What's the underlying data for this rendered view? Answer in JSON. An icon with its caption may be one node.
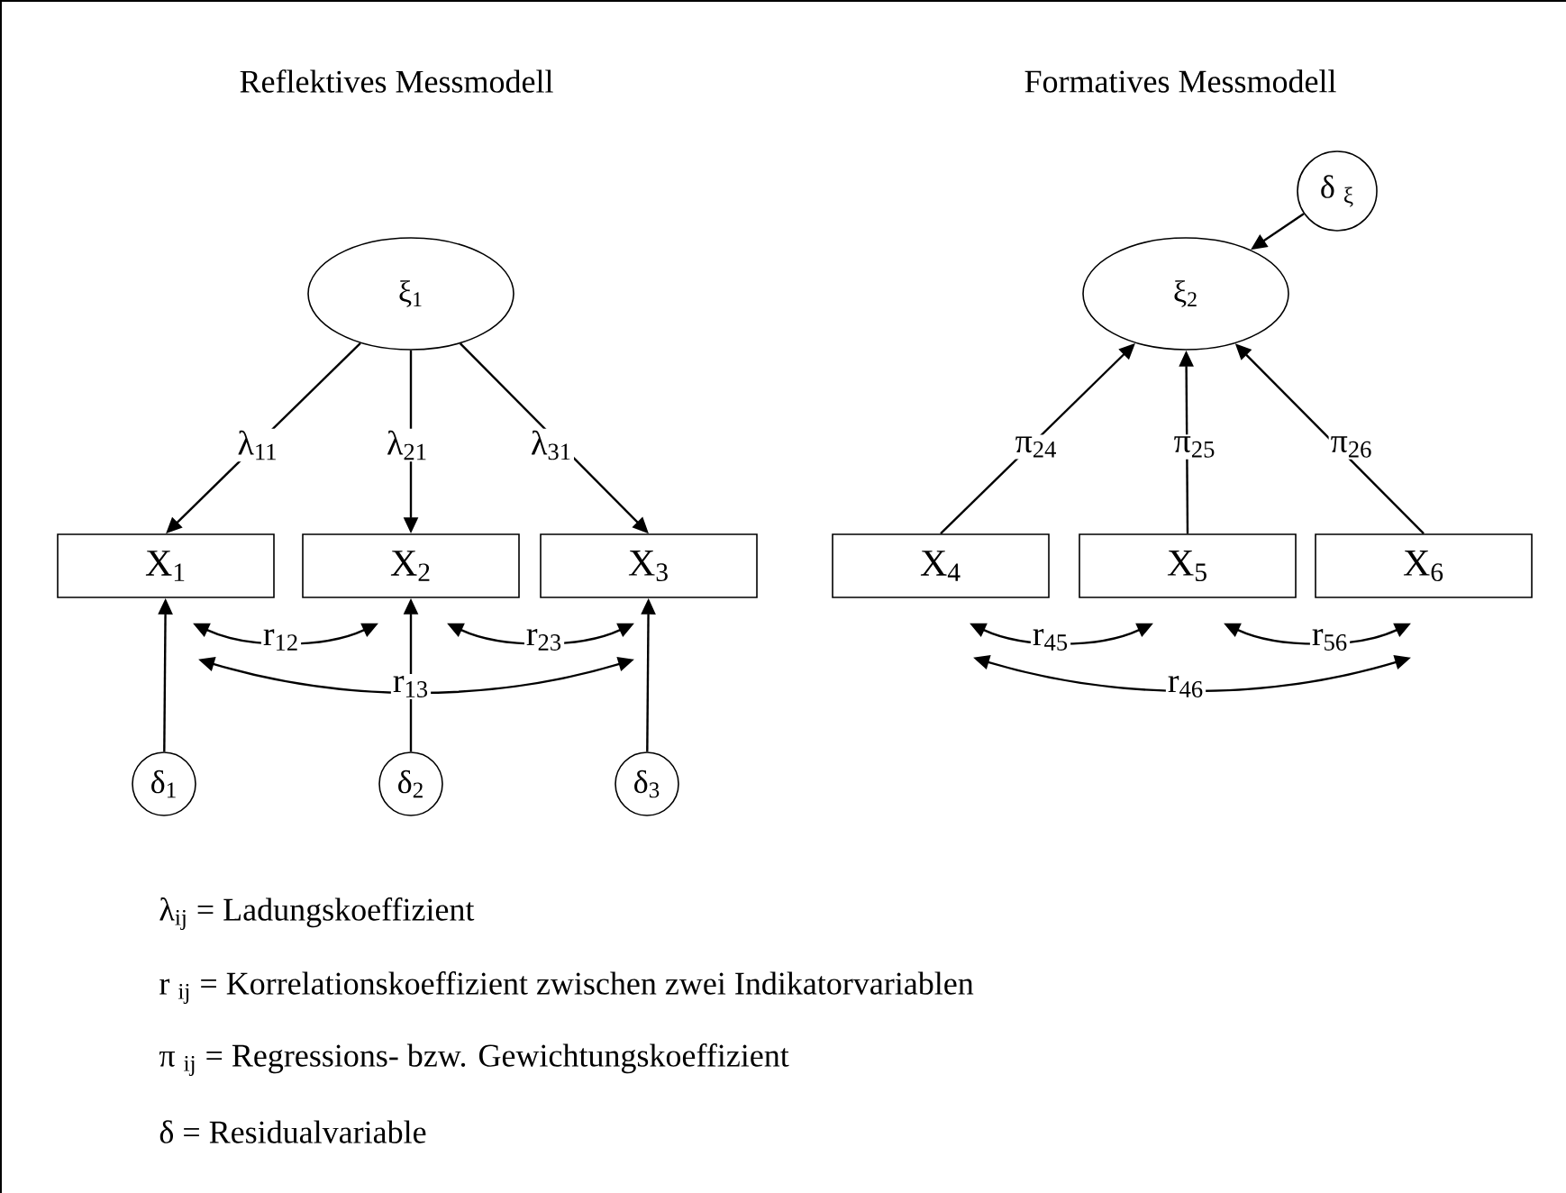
{
  "diagram": {
    "nodes": [
      {
        "text": [
          "ξ$_{1}$"
        ]
      },
      {
        "text": [
          "X$_{1}$"
        ]
      },
      {
        "text": [
          "X$_{2}$"
        ]
      },
      {
        "text": [
          "X$_{3}$"
        ]
      },
      {
        "text": [
          "δ$_{1}$"
        ]
      },
      {
        "text": [
          "δ$_{2}$"
        ]
      },
      {
        "text": [
          "δ$_{3}$"
        ]
      },
      {
        "text": [
          "δ $_{ξ}$"
        ]
      },
      {
        "text": [
          "ξ$_{2}$"
        ]
      },
      {
        "text": [
          "X$_{4}$"
        ]
      },
      {
        "text": [
          "X$_{5}$"
        ]
      },
      {
        "text": [
          "X$_{6}$"
        ]
      }
    ],
    "edges": [
      {
        "from": 0,
        "to": 1,
        "arrow": "to",
        "label": "λ$_{11}$"
      },
      {
        "from": 0,
        "to": 2,
        "arrow": "to",
        "label": "λ$_{21}$"
      },
      {
        "from": 0,
        "to": 3,
        "arrow": "to",
        "label": "λ$_{31}$"
      },
      {
        "from": 4,
        "to": 1,
        "arrow": "to"
      },
      {
        "from": 5,
        "to": 2,
        "arrow": "to"
      },
      {
        "from": 6,
        "to": 3,
        "arrow": "to"
      },
      {
        "from": 1,
        "to": 2,
        "arrow": "both",
        "label": "r$_{12}$"
      },
      {
        "from": 2,
        "to": 3,
        "arrow": "both",
        "label": "r$_{23}$"
      },
      {
        "from": 1,
        "to": 3,
        "arrow": "both",
        "label": "r$_{13}$"
      },
      {
        "from": 9,
        "to": 8,
        "arrow": "to",
        "label": "π$_{24}$"
      },
      {
        "from": 10,
        "to": 8,
        "arrow": "to",
        "label": "π$_{25}$"
      },
      {
        "from": 11,
        "to": 8,
        "arrow": "to",
        "label": "π$_{26}$"
      },
      {
        "from": 7,
        "to": 8,
        "arrow": "to"
      },
      {
        "from": 9,
        "to": 10,
        "arrow": "both",
        "label": "r$_{45}$"
      },
      {
        "from": 10,
        "to": 11,
        "arrow": "both",
        "label": "r$_{56}$"
      },
      {
        "from": 9,
        "to": 11,
        "arrow": "both",
        "label": "r$_{46}$"
      }
    ],
    "labels": [
      "Reflektives Messmodell",
      "Formatives Messmodell",
      "λ$_{ij}$ =  Ladungskoeffizient",
      "r $_{ij}$ =  Korrelationskoeffizient zwischen zwei Indikatorvariablen",
      "π $_{ij}$ = Regressions- bzw. Gewichtungskoeffizient",
      "δ    = Residualvariable"
    ]
  }
}
